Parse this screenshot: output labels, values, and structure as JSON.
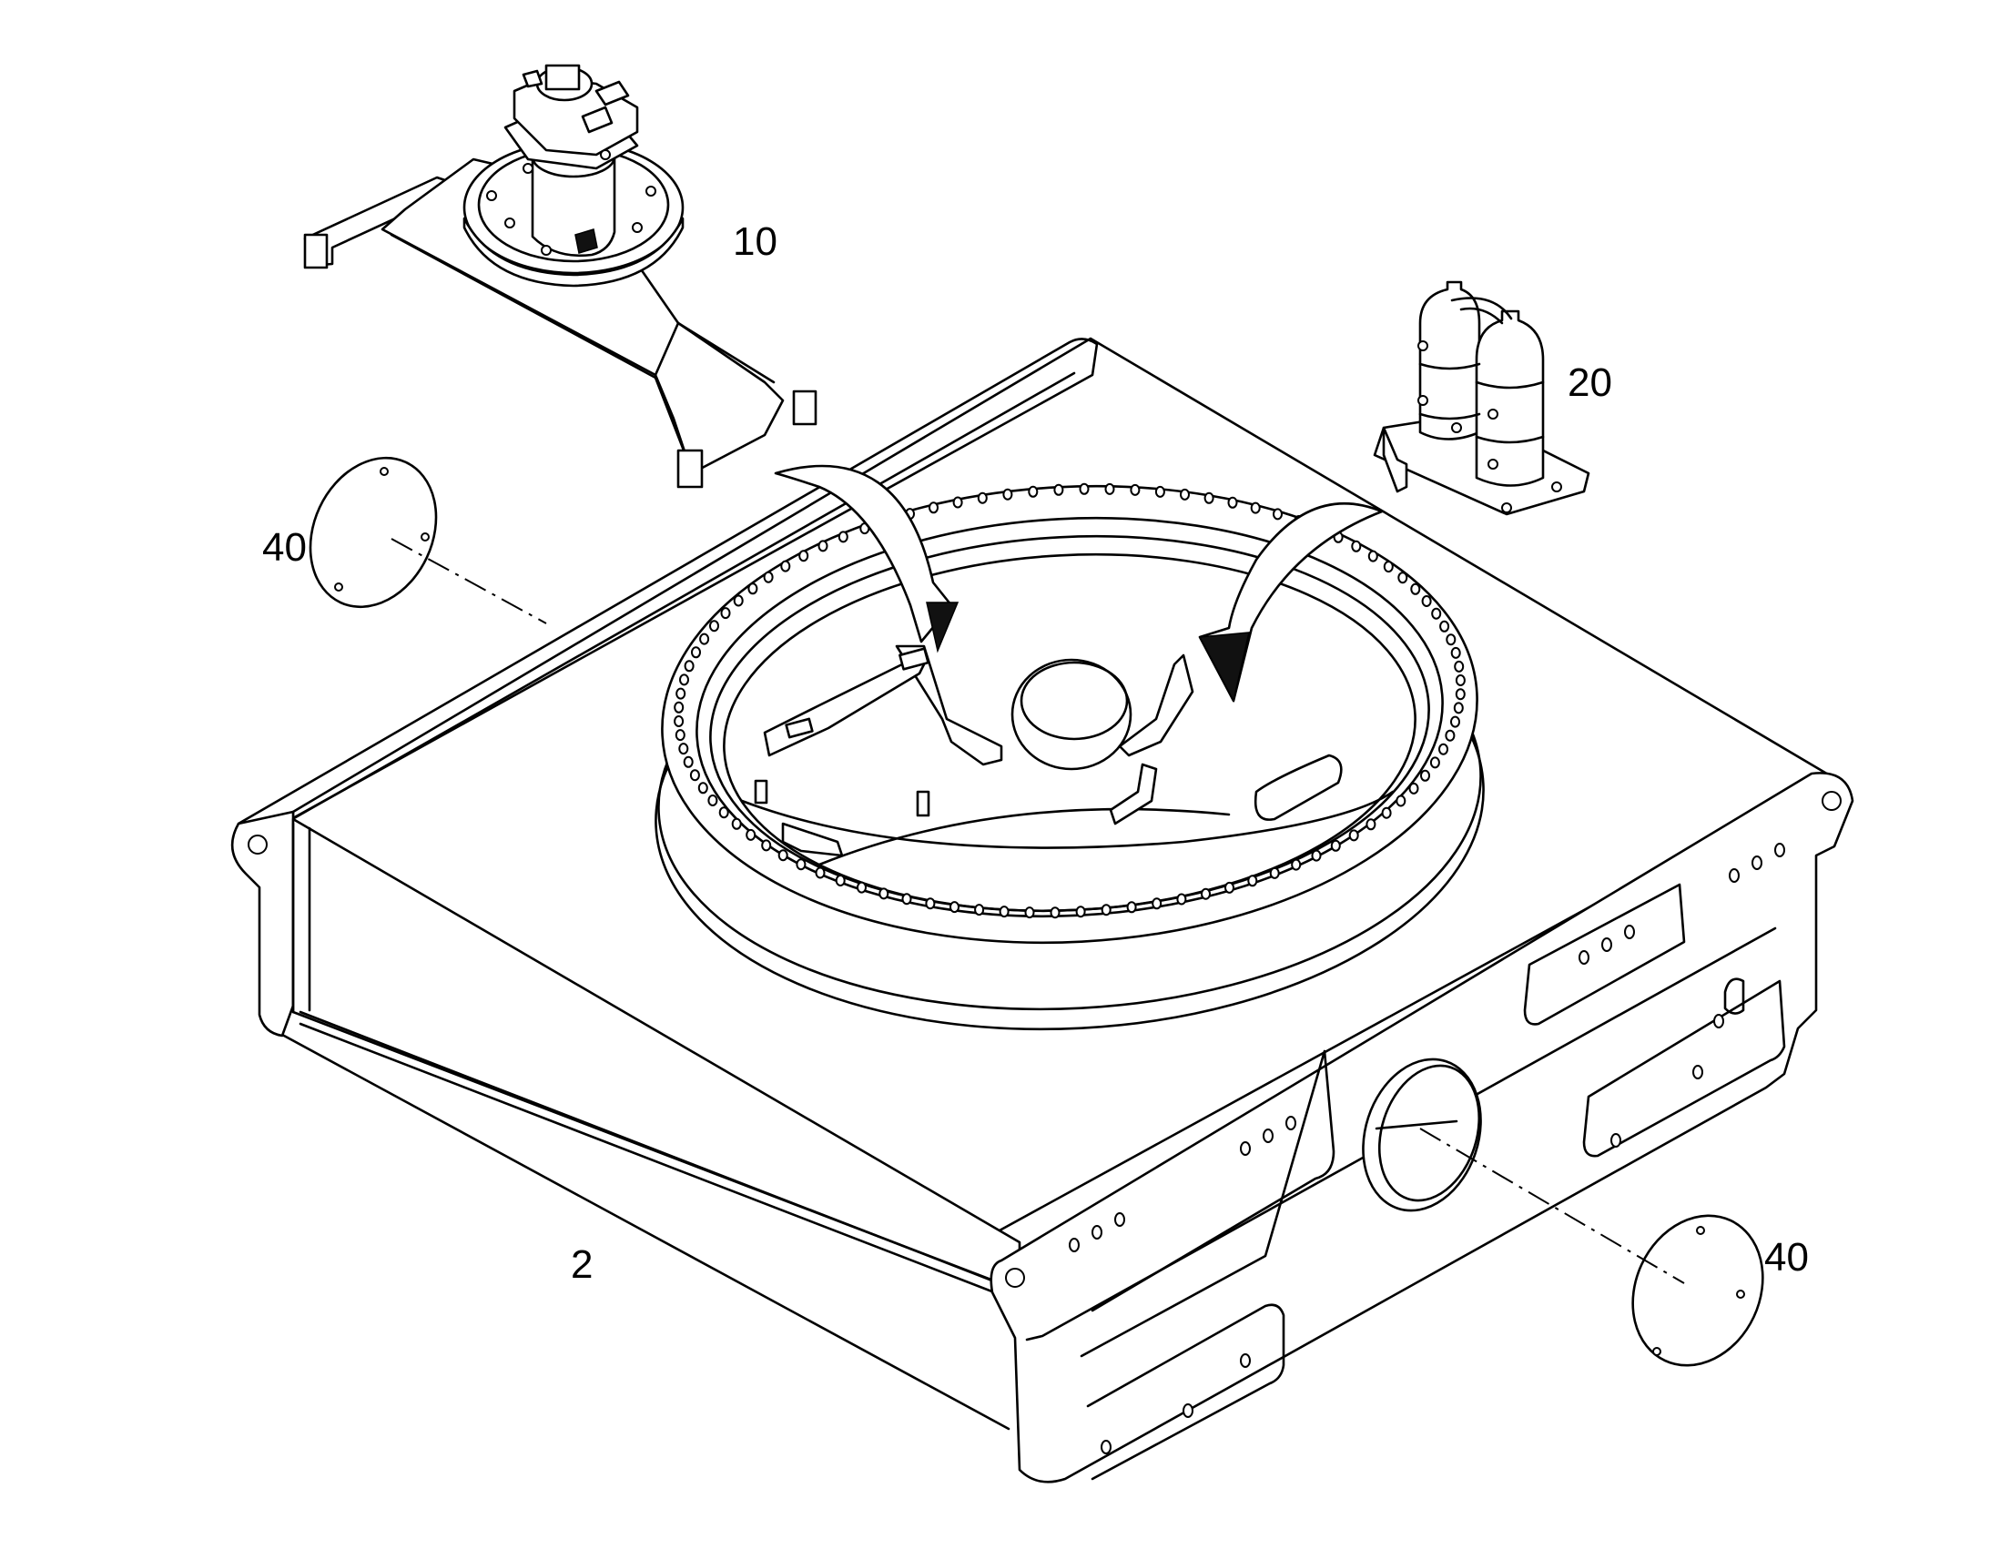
{
  "callouts": {
    "c10": "10",
    "c20": "20",
    "c40_left": "40",
    "c40_right": "40",
    "c2": "2"
  },
  "colors": {
    "line": "#000000",
    "background": "#ffffff"
  }
}
